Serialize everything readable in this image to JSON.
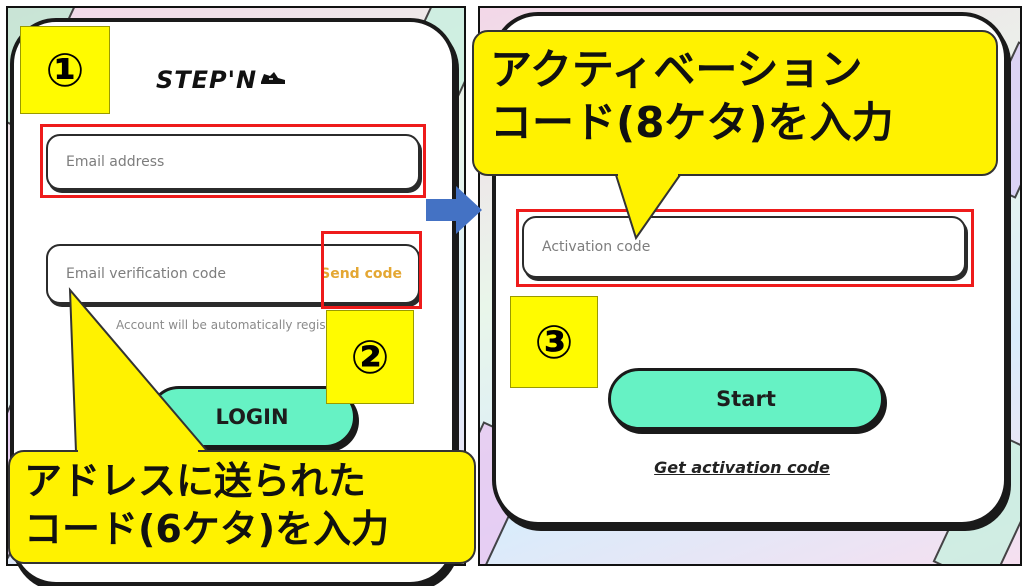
{
  "left_screen": {
    "logo_text": "STEP'N",
    "email_placeholder": "Email address",
    "verification_placeholder": "Email verification code",
    "send_code_label": "Send code",
    "notice_text": "Account will be automatically regis",
    "login_label": "LOGIN"
  },
  "right_screen": {
    "activation_placeholder": "Activation code",
    "start_label": "Start",
    "get_activation_label": "Get activation code"
  },
  "annotations": {
    "step1": "①",
    "step2": "②",
    "step3": "③",
    "callout_bottom_line1": "アドレスに送られた",
    "callout_bottom_line2": "コード(6ケタ)を入力",
    "callout_top_line1": "アクティベーション",
    "callout_top_line2": "コード(8ケタ)を入力"
  },
  "colors": {
    "accent_green": "#66f2c4",
    "send_code_orange": "#e4a733",
    "annotation_yellow": "#fffb00",
    "highlight_red": "#ee1b1b",
    "arrow_blue": "#4472c4"
  },
  "icons": [
    "sneaker-icon",
    "right-arrow-icon"
  ]
}
